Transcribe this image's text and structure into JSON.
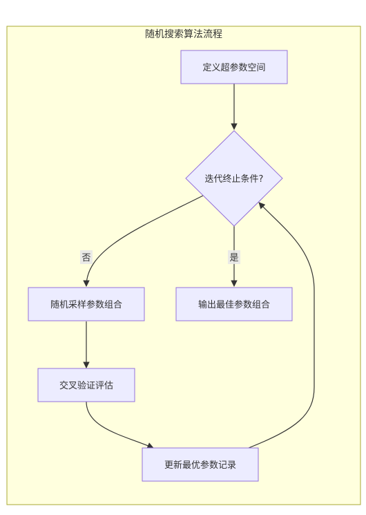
{
  "cluster": {
    "title": "随机搜索算法流程"
  },
  "nodes": {
    "define_space": "定义超参数空间",
    "iter_check": "迭代终止条件?",
    "random_sample": "随机采样参数组合",
    "output_best": "输出最佳参数组合",
    "cross_validate": "交叉验证评估",
    "update_best": "更新最优参数记录"
  },
  "edge_labels": {
    "no": "否",
    "yes": "是"
  },
  "colors": {
    "cluster_fill": "#ffffde",
    "cluster_stroke": "#aaaa33",
    "node_fill": "#ececff",
    "node_stroke": "#9370db",
    "edge": "#333333"
  }
}
